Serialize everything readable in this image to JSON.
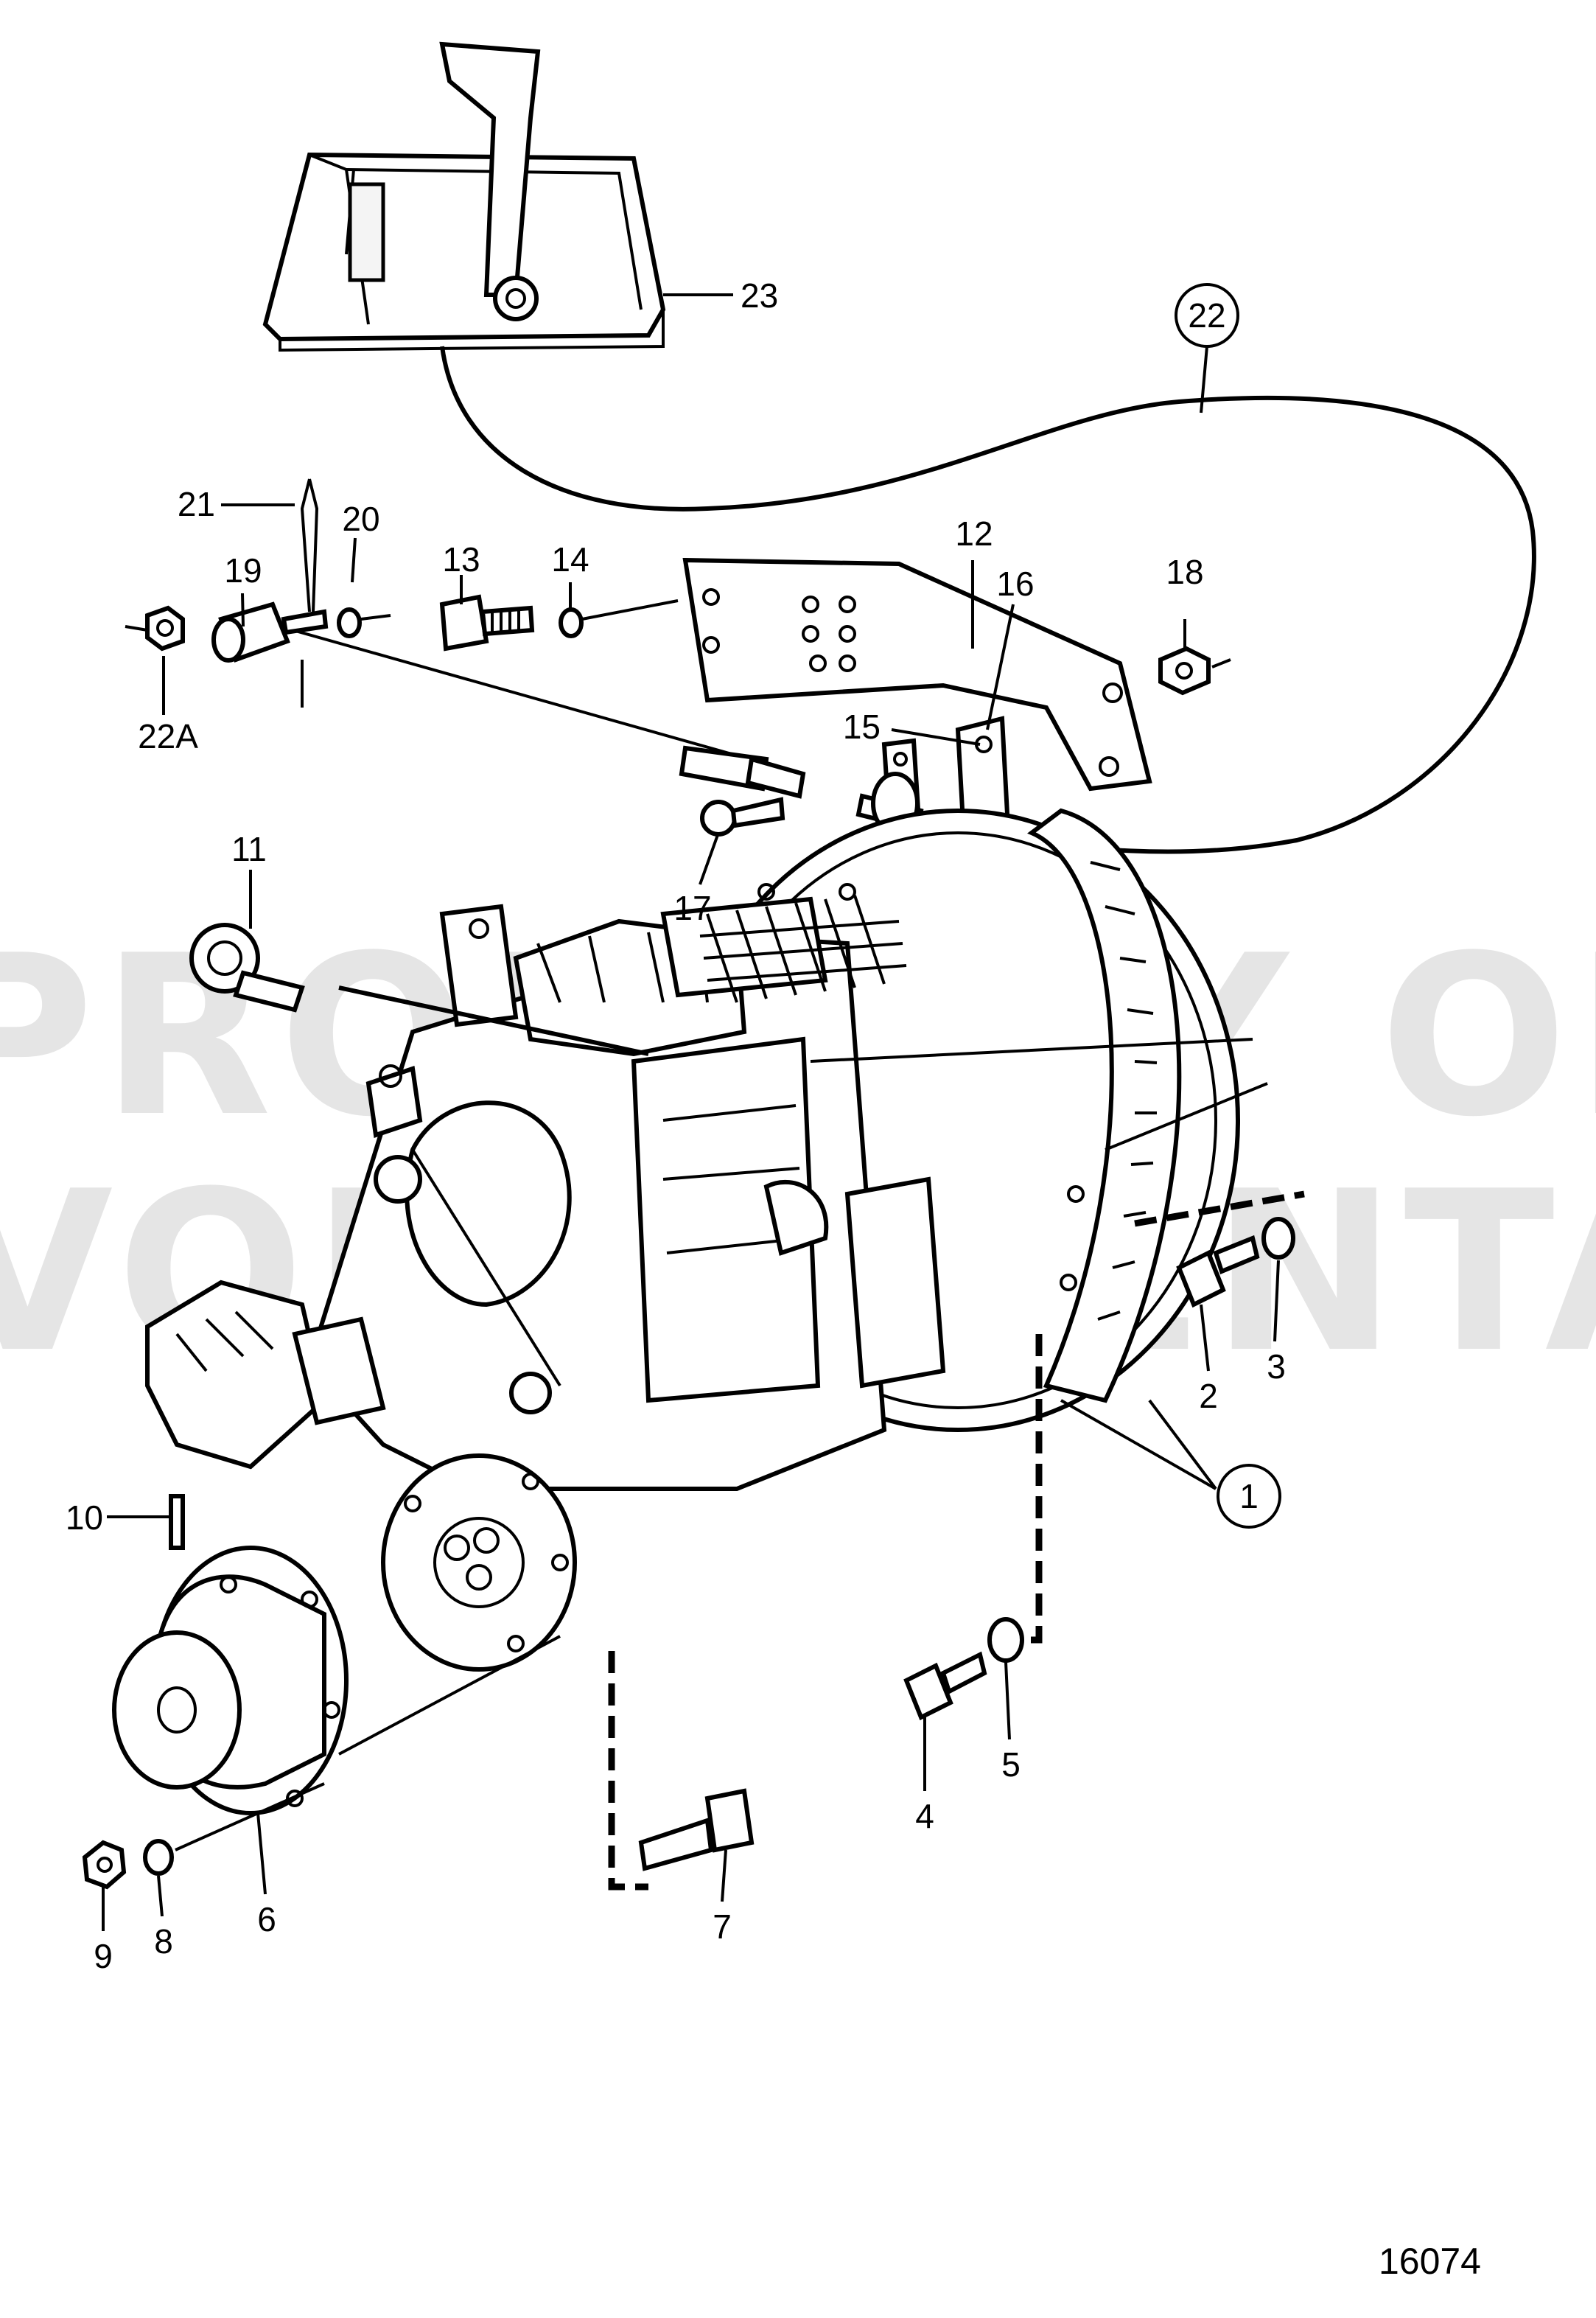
{
  "diagram": {
    "drawing_number": "16074",
    "watermark": [
      "PROPERTY OF",
      "VOLVO PENTA"
    ],
    "callouts": [
      {
        "id": "1",
        "text": "1",
        "circled": true
      },
      {
        "id": "2",
        "text": "2",
        "circled": false
      },
      {
        "id": "3",
        "text": "3",
        "circled": false
      },
      {
        "id": "4",
        "text": "4",
        "circled": false
      },
      {
        "id": "5",
        "text": "5",
        "circled": false
      },
      {
        "id": "6",
        "text": "6",
        "circled": false
      },
      {
        "id": "7",
        "text": "7",
        "circled": false
      },
      {
        "id": "8",
        "text": "8",
        "circled": false
      },
      {
        "id": "9",
        "text": "9",
        "circled": false
      },
      {
        "id": "10",
        "text": "10",
        "circled": false
      },
      {
        "id": "11",
        "text": "11",
        "circled": false
      },
      {
        "id": "12",
        "text": "12",
        "circled": false
      },
      {
        "id": "13",
        "text": "13",
        "circled": false
      },
      {
        "id": "14",
        "text": "14",
        "circled": false
      },
      {
        "id": "15",
        "text": "15",
        "circled": false
      },
      {
        "id": "16",
        "text": "16",
        "circled": false
      },
      {
        "id": "17",
        "text": "17",
        "circled": false
      },
      {
        "id": "18",
        "text": "18",
        "circled": false
      },
      {
        "id": "19",
        "text": "19",
        "circled": false
      },
      {
        "id": "20",
        "text": "20",
        "circled": false
      },
      {
        "id": "21",
        "text": "21",
        "circled": false
      },
      {
        "id": "22",
        "text": "22",
        "circled": true
      },
      {
        "id": "22A",
        "text": "22A",
        "circled": false
      },
      {
        "id": "23",
        "text": "23",
        "circled": false
      }
    ]
  }
}
